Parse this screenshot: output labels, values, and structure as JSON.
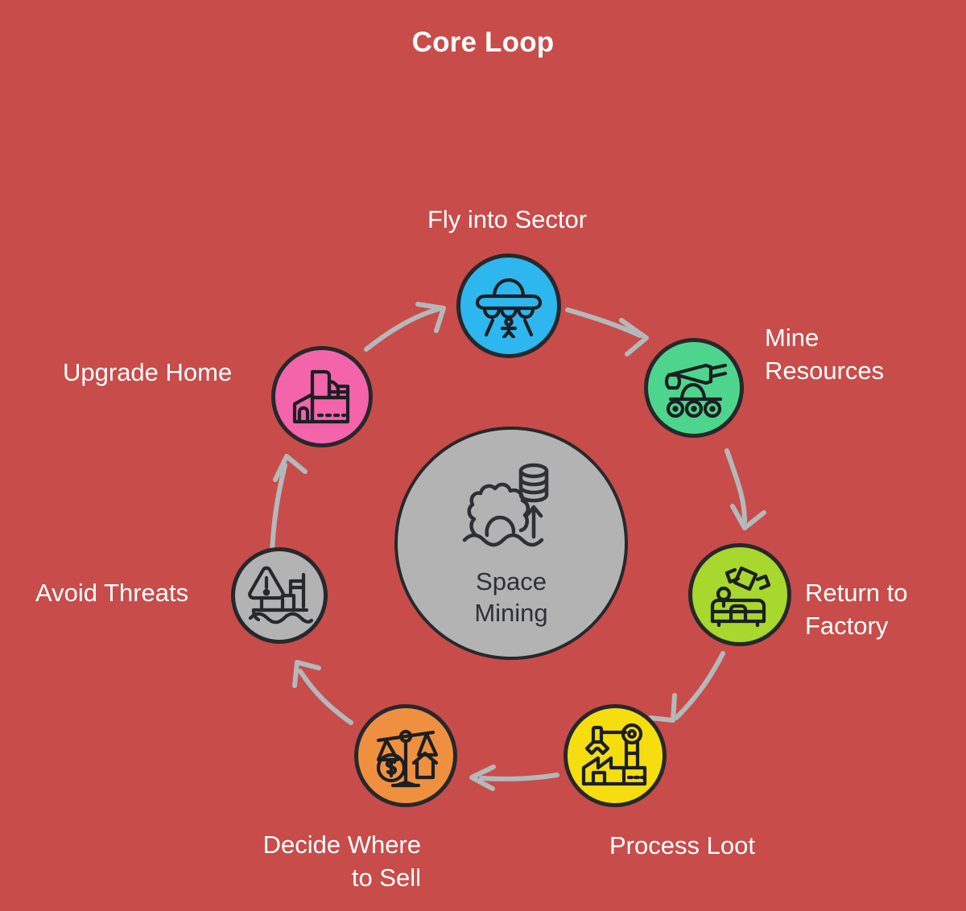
{
  "page": {
    "title": "Core Loop",
    "background_color": "#c84c4a",
    "text_color": "#ffffff",
    "arrow_color": "#b3b9bb",
    "stroke_color": "#26282b"
  },
  "hub": {
    "label": "Space\nMining",
    "icon": "gear-waves-database-arrow-icon",
    "fill": "#b3b3b3",
    "text_color": "#2f3033"
  },
  "nodes": [
    {
      "id": "fly-into-sector",
      "label": "Fly into Sector",
      "icon": "ufo-icon",
      "fill": "#2eb6ef"
    },
    {
      "id": "mine-resources",
      "label": "Mine\nResources",
      "icon": "mining-rover-icon",
      "fill": "#4ed58d"
    },
    {
      "id": "return-to-factory",
      "label": "Return to\nFactory",
      "icon": "space-base-satellite-icon",
      "fill": "#a8d72e"
    },
    {
      "id": "process-loot",
      "label": "Process Loot",
      "icon": "factory-robot-arm-icon",
      "fill": "#f5dd10"
    },
    {
      "id": "decide-where-to-sell",
      "label": "Decide Where\nto Sell",
      "icon": "balance-scale-money-house-icon",
      "fill": "#ef9040"
    },
    {
      "id": "avoid-threats",
      "label": "Avoid Threats",
      "icon": "warning-ship-icon",
      "fill": "#b3b3b3"
    },
    {
      "id": "upgrade-home",
      "label": "Upgrade Home",
      "icon": "home-factory-icon",
      "fill": "#f464ab"
    }
  ],
  "flow": {
    "type": "cycle",
    "direction": "clockwise",
    "steps": [
      "Fly into Sector",
      "Mine Resources",
      "Return to Factory",
      "Process Loot",
      "Decide Where to Sell",
      "Avoid Threats",
      "Upgrade Home"
    ]
  }
}
